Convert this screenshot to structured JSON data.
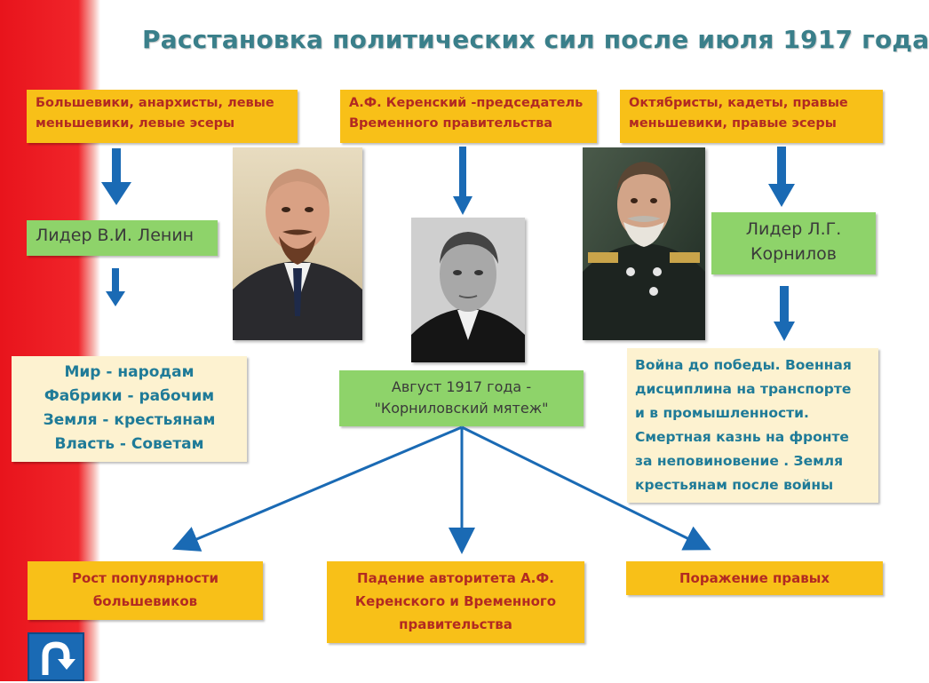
{
  "title": "Расстановка политических сил после июля 1917 года",
  "left": {
    "parties_line1": "Большевики, анархисты, левые",
    "parties_line2": "меньшевики, левые эсеры",
    "leader": "Лидер В.И. Ленин",
    "slogans": [
      "Мир - народам",
      "Фабрики - рабочим",
      "Земля - крестьянам",
      "Власть - Советам"
    ]
  },
  "center": {
    "head_line1": "А.Ф. Керенский -председатель",
    "head_line2": "Временного правительства",
    "event_line1": "Август 1917 года -",
    "event_line2": "\"Корниловский мятеж\""
  },
  "right": {
    "parties_line1": "Октябристы, кадеты, правые",
    "parties_line2": "меньшевики, правые эсеры",
    "leader_line1": "Лидер Л.Г.",
    "leader_line2": "Корнилов",
    "program": [
      "Война до победы. Военная",
      "дисциплина  на транспорте",
      "и в промышленности.",
      "Смертная казнь на фронте",
      "за неповиновение  . Земля",
      "крестьянам после войны"
    ]
  },
  "outcomes": {
    "left_line1": "Рост популярности",
    "left_line2": "большевиков",
    "middle_line1": "Падение авторитета А.Ф.",
    "middle_line2": "Керенского и Временного",
    "middle_line3": "правительства",
    "right": "Поражение правых"
  },
  "colors": {
    "red_stripe": "#e8141c",
    "orange_box": "#f8c018",
    "green_box": "#8ed36a",
    "cream_box": "#fdf2d0",
    "arrow": "#1a6ab4",
    "title": "#3a7f8a"
  },
  "icons": {
    "down_arrow": "down-arrow-icon",
    "back": "return-arrow-icon"
  }
}
